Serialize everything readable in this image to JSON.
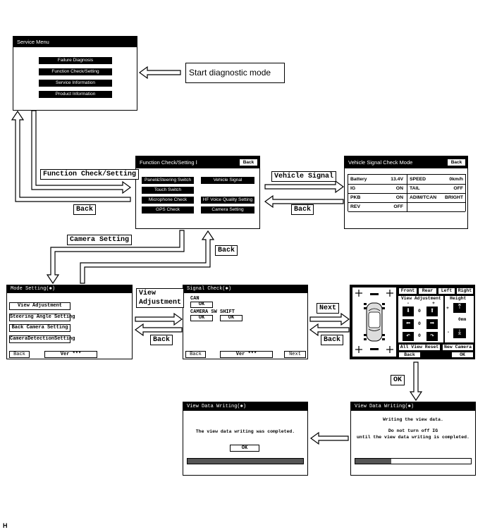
{
  "service_menu": {
    "title": "Service Menu",
    "items": [
      "Failure Diagnosis",
      "Function Check/Setting",
      "Service Information",
      "Product Information"
    ]
  },
  "start_label": "Start diagnostic mode",
  "function_check": {
    "title": "Function Check/Setting Ⅰ",
    "back": "Back",
    "left_items": [
      "Panel&Steering Switch",
      "Touch Switch",
      "Microphone Check",
      "GPS Check"
    ],
    "right_items": [
      "Vehicle Signal",
      "HF Voice Quality Setting",
      "Camera Setting"
    ]
  },
  "vehicle_signal": {
    "title": "Vehicle Signal Check Mode",
    "back": "Back",
    "rows": [
      {
        "l_name": "Battery",
        "l_val": "13.4V",
        "r_name": "SPEED",
        "r_val": "0km/h"
      },
      {
        "l_name": "IG",
        "l_val": "ON",
        "r_name": "TAIL",
        "r_val": "OFF"
      },
      {
        "l_name": "PKB",
        "l_val": "ON",
        "r_name": "ADIM/TCAN",
        "r_val": "BRIGHT"
      },
      {
        "l_name": "REV",
        "l_val": "OFF",
        "r_name": "",
        "r_val": ""
      }
    ]
  },
  "mode_setting": {
    "title": "Mode Setting(✱)",
    "items": [
      "View Adjustment",
      "Steering Angle Setting",
      "Back Camera Setting",
      "CameraDetectionSetting"
    ],
    "back": "Back",
    "ver": "Ver ***"
  },
  "signal_check": {
    "title": "Signal Check(✱)",
    "can_label": "CAN",
    "can_val": "OK",
    "camera_sw_label": "CAMERA SW",
    "camera_sw_val": "OK",
    "shift_label": "SHIFT",
    "shift_val": "OK",
    "back": "Back",
    "ver": "Ver ***",
    "next": "Next"
  },
  "view_adjust": {
    "tabs": [
      "Front",
      "Rear",
      "Left",
      "Right"
    ],
    "view_adjustment_label": "View Adjustment",
    "height_label": "Height",
    "minus": "-",
    "plus": "+",
    "zero": "0",
    "height_val": "0mm",
    "all_view_reset": "All View Reset",
    "new_camera": "New Camera",
    "back": "Back",
    "ok": "OK"
  },
  "writing": {
    "title": "View Data Writing(✱)",
    "line1": "Writing the view data.",
    "line2": "Do not turn off IG",
    "line3": "until the view data writing is completed.",
    "progress": 0.31
  },
  "completed": {
    "title": "View Data Writing(✱)",
    "message": "The view data writing was completed.",
    "ok": "OK",
    "progress": 1.0
  },
  "arrow_labels": {
    "function_check_setting": "Function Check/Setting",
    "back_1": "Back",
    "vehicle_signal": "Vehicle Signal",
    "back_2": "Back",
    "camera_setting": "Camera Setting",
    "back_3": "Back",
    "view_adjustment_1": "View",
    "view_adjustment_2": "Adjustment",
    "back_4": "Back",
    "next": "Next",
    "back_5": "Back",
    "ok": "OK"
  },
  "corner_letter": "H"
}
